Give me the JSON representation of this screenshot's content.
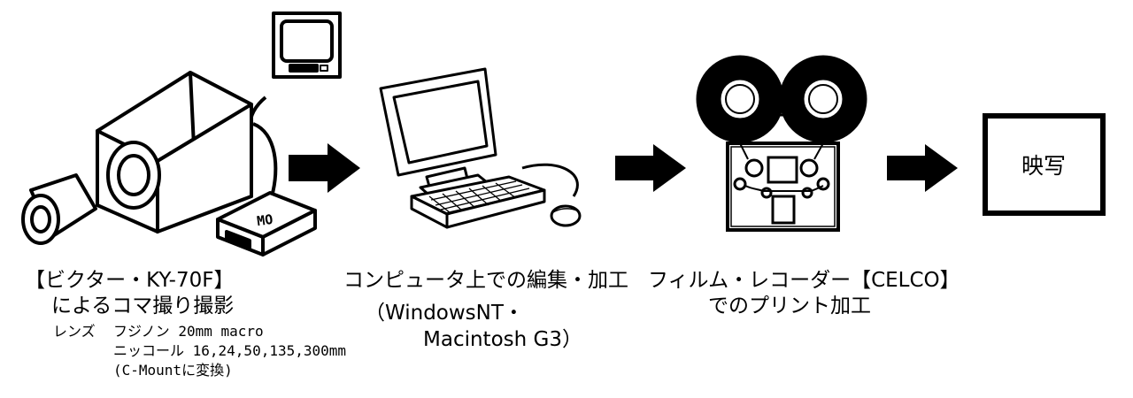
{
  "camera": {
    "mo_label": "MO",
    "caption_line1": "【ビクター・KY-70F】",
    "caption_line2": "によるコマ撮り撮影",
    "lens_label": "レンズ",
    "lens_line1": "フジノン 20mm macro",
    "lens_line2": "ニッコール 16,24,50,135,300mm",
    "lens_line3": "(C-Mountに変換)"
  },
  "computer": {
    "caption_line1": "コンピュータ上での編集・加工",
    "caption_line2": "（WindowsNT・",
    "caption_line3": "Macintosh G3）"
  },
  "recorder": {
    "caption_line1": "フィルム・レコーダー【CELCO】",
    "caption_line2": "でのプリント加工"
  },
  "screen": {
    "label": "映写"
  },
  "colors": {
    "ink": "#000000",
    "paper": "#ffffff",
    "gray": "#cccccc"
  }
}
